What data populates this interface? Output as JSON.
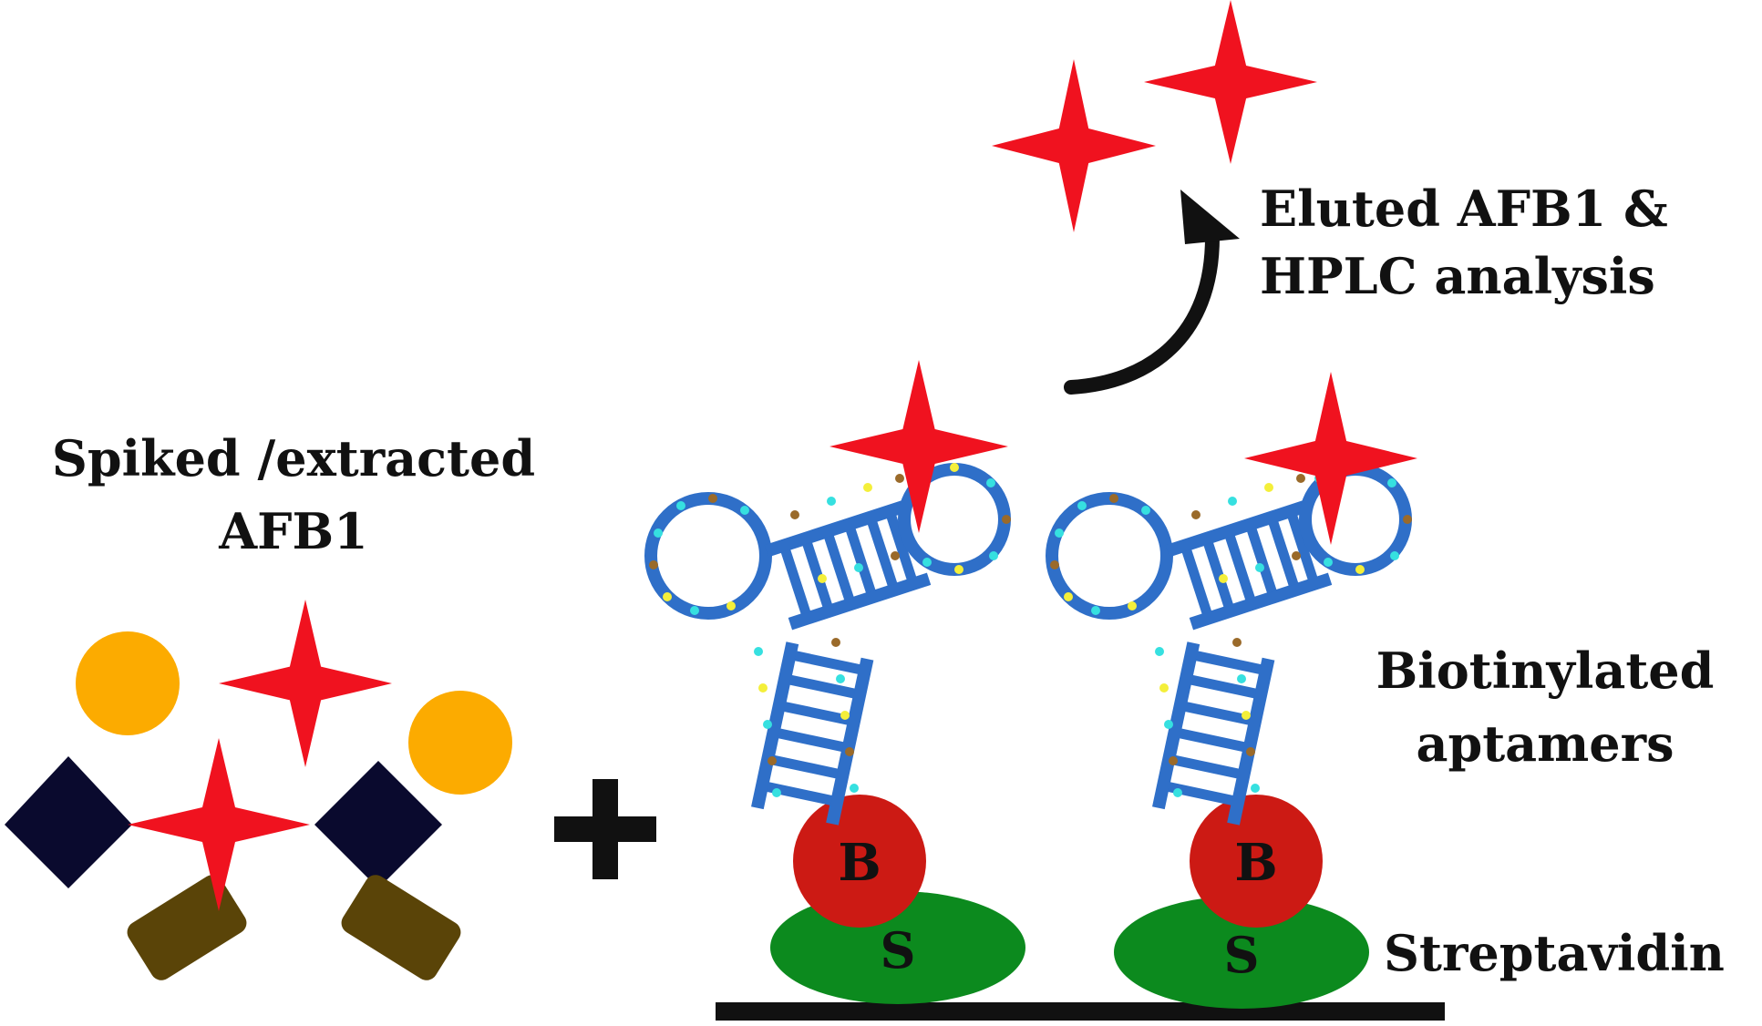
{
  "labels": {
    "spiked_line1": "Spiked /extracted",
    "spiked_line2": "AFB1",
    "eluted_line1": "Eluted AFB1 &",
    "eluted_line2": "HPLC analysis",
    "biotinylated_line1": "Biotinylated",
    "biotinylated_line2": "aptamers",
    "streptavidin": "Streptavidin",
    "biotin_letter": "B",
    "streptavidin_letter": "S",
    "plus": "+"
  },
  "colors": {
    "star": "#f0121f",
    "aptamer_backbone": "#2f6fc8",
    "biotin": "#cc1a14",
    "streptavidin": "#0c8a1e",
    "surface": "#111111",
    "orange_circle": "#fcab00",
    "navy_diamond": "#0a0a2e",
    "olive_rect": "#5a4408",
    "nucleotide_cyan": "#36e0e0",
    "nucleotide_yellow": "#f4ef3a",
    "nucleotide_brown": "#9a6a2a"
  },
  "icons": {
    "star": "star-icon",
    "plus": "plus-icon",
    "arrow": "curved-arrow-icon"
  }
}
